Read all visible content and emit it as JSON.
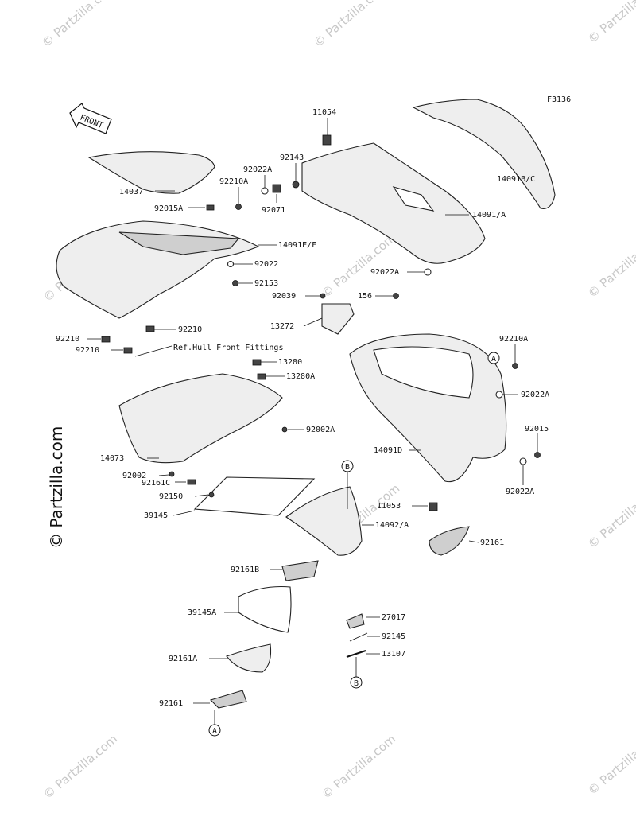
{
  "figure_code": "F3136",
  "front_arrow_label": "FRONT",
  "watermark_text": "© Partzilla.com",
  "side_watermark": "© Partzilla.com",
  "callouts": {
    "A": "A",
    "B": "B"
  },
  "labels": {
    "p11054": "11054",
    "p92143": "92143",
    "p92022A_top": "92022A",
    "p92210A_top": "92210A",
    "p14037": "14037",
    "p92015A": "92015A",
    "p92071": "92071",
    "p14091BC": "14091B/C",
    "p14091A": "14091/A",
    "p14091EF": "14091E/F",
    "p92022": "92022",
    "p92153": "92153",
    "p92022A_mid": "92022A",
    "p92039": "92039",
    "p156": "156",
    "p13272": "13272",
    "p92210_r": "92210",
    "p92210_l1": "92210",
    "p92210_l2": "92210",
    "ref_hull": "Ref.Hull Front Fittings",
    "p13280": "13280",
    "p13280A": "13280A",
    "p92210A_r": "92210A",
    "p92022A_r": "92022A",
    "p92002A": "92002A",
    "p92015": "92015",
    "p14091D": "14091D",
    "p14073": "14073",
    "p92002": "92002",
    "p92161C": "92161C",
    "p92150": "92150",
    "p92022A_lr": "92022A",
    "p11053": "11053",
    "p39145": "39145",
    "p14092A": "14092/A",
    "p92161_r": "92161",
    "p92161B": "92161B",
    "p39145A": "39145A",
    "p27017": "27017",
    "p92145": "92145",
    "p13107": "13107",
    "p92161A": "92161A",
    "p92161_l": "92161"
  }
}
